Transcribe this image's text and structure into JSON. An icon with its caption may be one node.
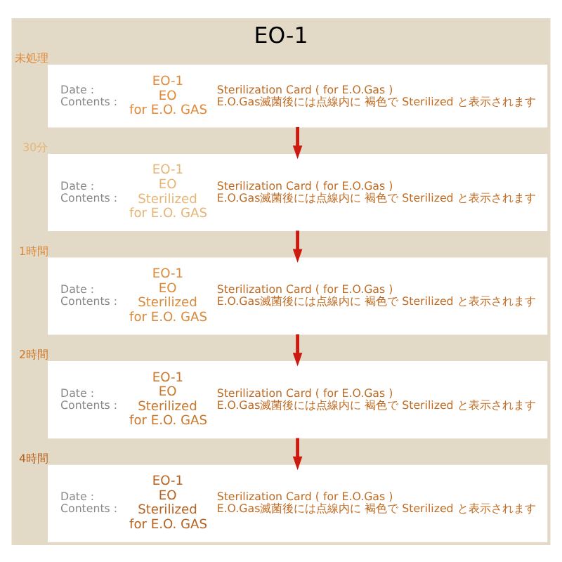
{
  "diagram": {
    "title": "EO-1",
    "nodes": [
      {
        "text": [
          "Date :",
          "Contents :",
          "EO-1",
          "EO",
          "for E.O. GAS",
          "Sterilization Card ( for E.O.Gas )",
          "E.O.Gas滅菌後には点線内に 褐色で Sterilized と表示されます"
        ],
        "beside": [
          "未処理"
        ]
      },
      {
        "text": [
          "Date :",
          "Contents :",
          "EO-1",
          "EO",
          "Sterilized",
          "for E.O. GAS",
          "Sterilization Card ( for E.O.Gas )",
          "E.O.Gas滅菌後には点線内に 褐色で Sterilized と表示されます"
        ],
        "beside": [
          "30分"
        ]
      },
      {
        "text": [
          "Date :",
          "Contents :",
          "EO-1",
          "EO",
          "Sterilized",
          "for E.O. GAS",
          "Sterilization Card ( for E.O.Gas )",
          "E.O.Gas滅菌後には点線内に 褐色で Sterilized と表示されます"
        ],
        "beside": [
          "1時間"
        ]
      },
      {
        "text": [
          "Date :",
          "Contents :",
          "EO-1",
          "EO",
          "Sterilized",
          "for E.O. GAS",
          "Sterilization Card ( for E.O.Gas )",
          "E.O.Gas滅菌後には点線内に 褐色で Sterilized と表示されます"
        ],
        "beside": [
          "2時間"
        ]
      },
      {
        "text": [
          "Date :",
          "Contents :",
          "EO-1",
          "EO",
          "Sterilized",
          "for E.O. GAS",
          "Sterilization Card ( for E.O.Gas )",
          "E.O.Gas滅菌後には点線内に 褐色で Sterilized と表示されます"
        ],
        "beside": [
          "4時間"
        ]
      }
    ],
    "edges": [
      {
        "from": 0,
        "to": 1,
        "arrow": "to"
      },
      {
        "from": 1,
        "to": 2,
        "arrow": "to"
      },
      {
        "from": 2,
        "to": 3,
        "arrow": "to"
      },
      {
        "from": 3,
        "to": 4,
        "arrow": "to"
      }
    ]
  }
}
